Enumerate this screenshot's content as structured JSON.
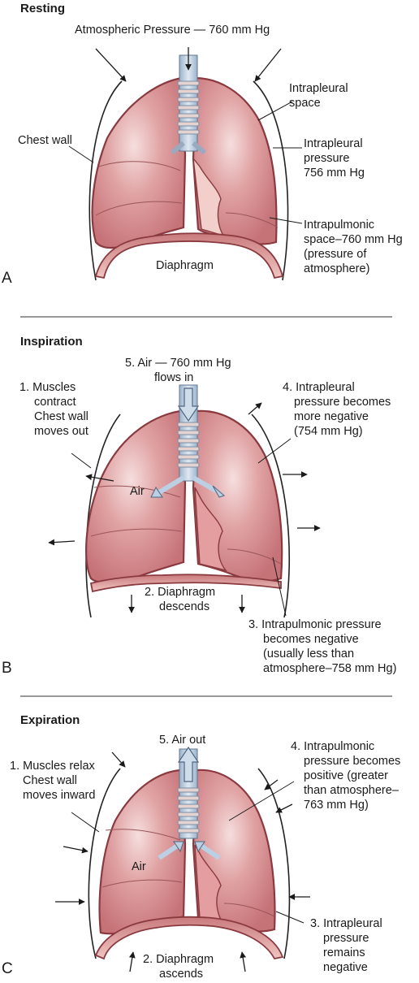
{
  "panels": [
    {
      "letter": "A",
      "heading": "Resting",
      "labels": {
        "top": "Atmospheric Pressure — 760 mm Hg",
        "chest_wall": "Chest wall",
        "intrapleural_space": [
          "Intrapleural",
          "space"
        ],
        "intrapleural_pressure": [
          "Intrapleural",
          "pressure",
          "756 mm Hg"
        ],
        "intrapulmonic": [
          "Intrapulmonic",
          "space–760 mm Hg",
          "(pressure of",
          "atmosphere)"
        ],
        "diaphragm": "Diaphragm"
      }
    },
    {
      "letter": "B",
      "heading": "Inspiration",
      "labels": {
        "air_in": [
          "5. Air — 760 mm Hg",
          "flows in"
        ],
        "muscles": [
          "1. Muscles",
          "contract",
          "Chest wall",
          "moves out"
        ],
        "intrapleural": [
          "4. Intrapleural",
          "pressure becomes",
          "more negative",
          "(754 mm Hg)"
        ],
        "air": "Air",
        "diaphragm": [
          "2. Diaphragm",
          "descends"
        ],
        "intrapulmonic": [
          "3. Intrapulmonic pressure",
          "becomes negative",
          "(usually less than",
          "atmosphere–758 mm Hg)"
        ]
      }
    },
    {
      "letter": "C",
      "heading": "Expiration",
      "labels": {
        "air_out": "5. Air out",
        "muscles": [
          "1. Muscles relax",
          "Chest wall",
          "moves inward"
        ],
        "intrapulmonic": [
          "4. Intrapulmonic",
          "pressure becomes",
          "positive (greater",
          "than atmosphere–",
          "763 mm Hg)"
        ],
        "air": "Air",
        "intrapleural": [
          "3. Intrapleural",
          "pressure",
          "remains",
          "negative"
        ],
        "diaphragm": [
          "2. Diaphragm",
          "ascends"
        ]
      }
    }
  ],
  "colors": {
    "lung_fill": "#d98d8f",
    "lung_highlight": "#f4d6d6",
    "lung_outline": "#8a3a3f",
    "pleura_cavity": "#f0c8c4",
    "trachea": "#b9cde0",
    "trachea_outline": "#5f7690",
    "diaphragm": "#d89a98",
    "arrow_air": "#bcd0e4"
  }
}
